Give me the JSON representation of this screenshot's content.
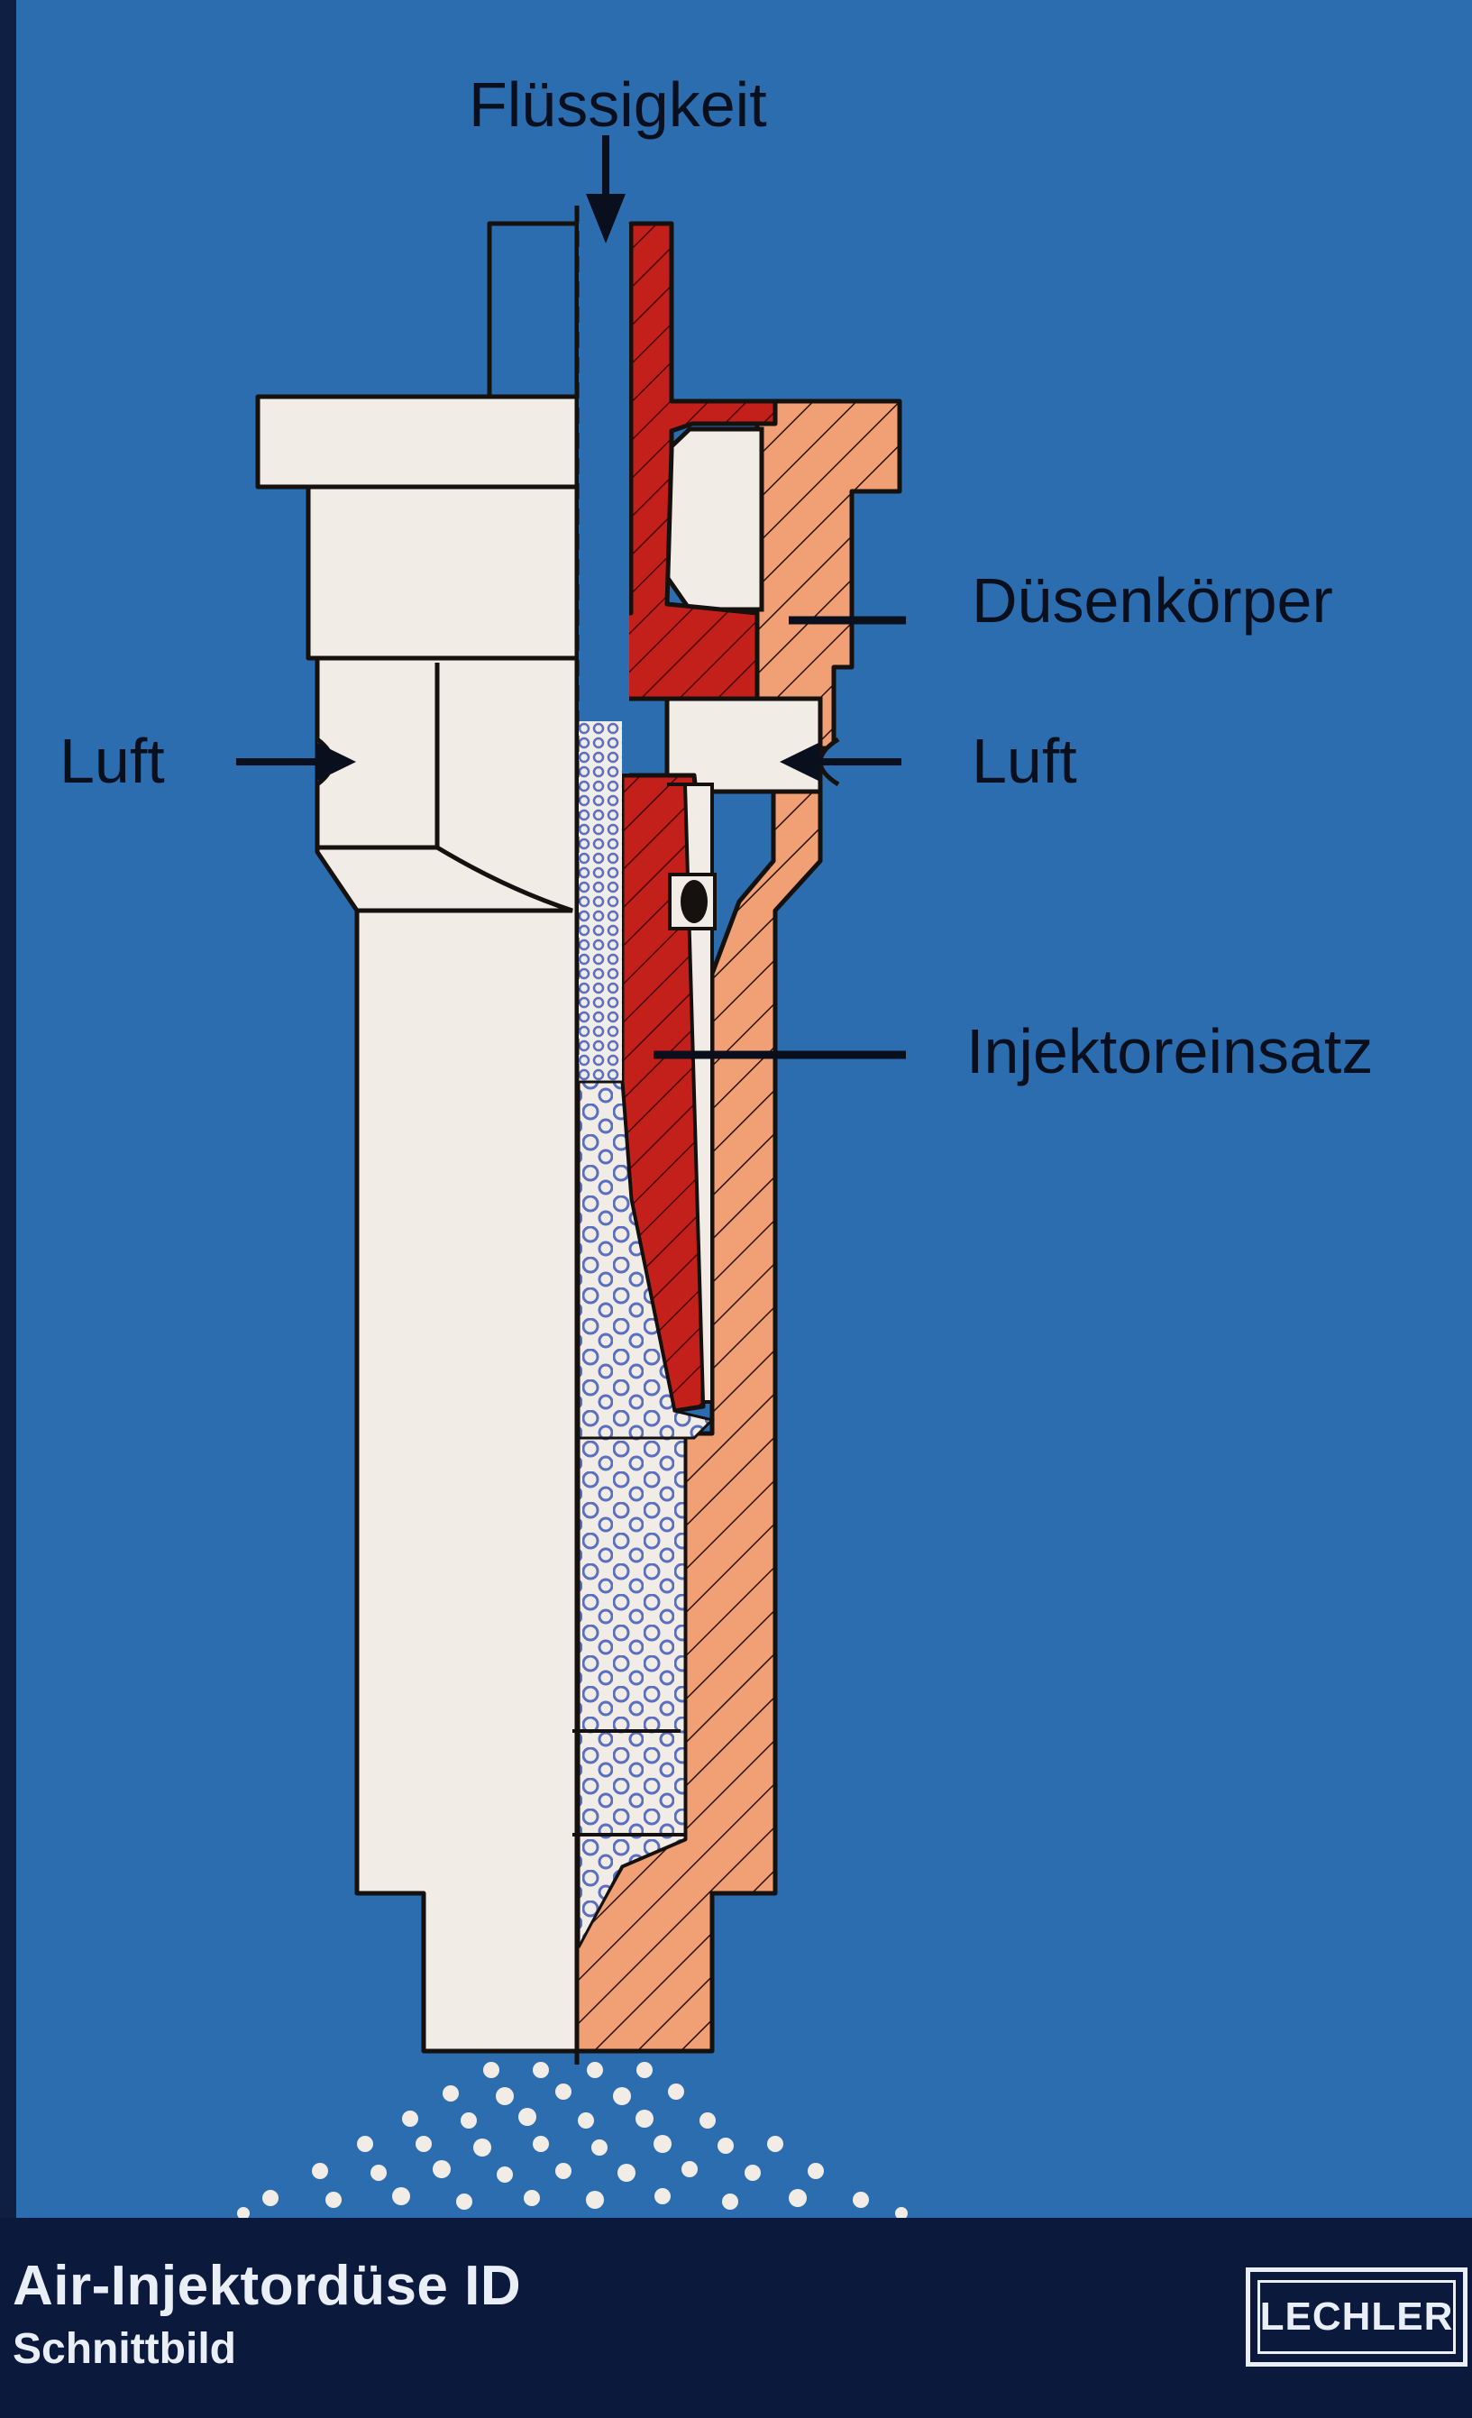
{
  "labels": {
    "top": "Flüssigkeit",
    "body": "Düsenkörper",
    "air_left": "Luft",
    "air_right": "Luft",
    "insert": "Injektoreinsatz"
  },
  "footer": {
    "title": "Air-Injektordüse ID",
    "subtitle": "Schnittbild",
    "logo_text": "LECHLER"
  },
  "colors": {
    "background": "#2c6db0",
    "footer": "#0b1a3c",
    "body_white": "#f2ece6",
    "insert_red": "#c3201b",
    "body_orange": "#f0a074",
    "outline": "#14110f",
    "bubbles": "#5a6fc0"
  }
}
